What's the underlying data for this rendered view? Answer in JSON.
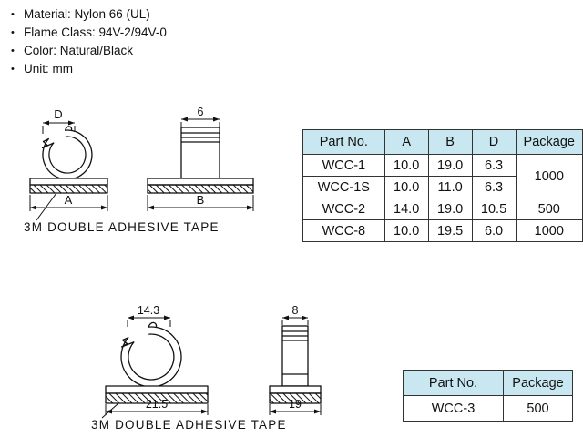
{
  "specs": {
    "bullet": "•",
    "items": [
      "Material: Nylon 66 (UL)",
      "Flame Class: 94V-2/94V-0",
      "Color: Natural/Black",
      "Unit: mm"
    ]
  },
  "drawings": {
    "top": {
      "dims": {
        "d": "D",
        "a": "A",
        "w6": "6",
        "b": "B"
      },
      "tape_label": "3M DOUBLE ADHESIVE TAPE"
    },
    "bottom": {
      "dims": {
        "w143": "14.3",
        "w215": "21.5",
        "w8": "8",
        "w19": "19"
      },
      "tape_label": "3M DOUBLE ADHESIVE TAPE"
    }
  },
  "tables": {
    "top": {
      "headers": [
        "Part No.",
        "A",
        "B",
        "D",
        "Package"
      ],
      "rows": [
        [
          "WCC-1",
          "10.0",
          "19.0",
          "6.3"
        ],
        [
          "WCC-1S",
          "10.0",
          "11.0",
          "6.3"
        ],
        [
          "WCC-2",
          "14.0",
          "19.0",
          "10.5"
        ],
        [
          "WCC-8",
          "10.0",
          "19.5",
          "6.0"
        ]
      ],
      "packages": [
        "1000",
        "500",
        "1000"
      ]
    },
    "bottom": {
      "headers": [
        "Part No.",
        "Package"
      ],
      "rows": [
        [
          "WCC-3",
          "500"
        ]
      ]
    }
  },
  "colors": {
    "table_header_bg": "#c8e7f0",
    "line": "#111111"
  }
}
